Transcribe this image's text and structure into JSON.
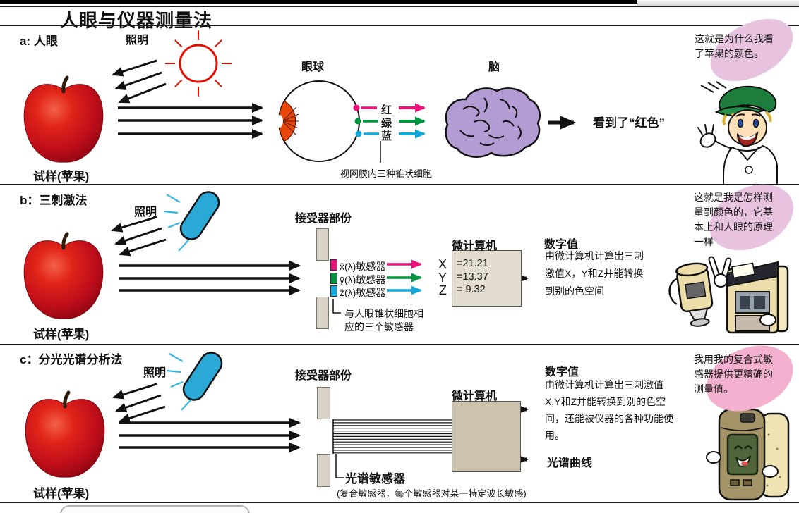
{
  "title": "人眼与仪器测量法",
  "section_a": {
    "label": "a: 人眼",
    "illumination": "照明",
    "sample_label": "试样(苹果)",
    "eyeball_label": "眼球",
    "brain_label": "脑",
    "cone_red": "红",
    "cone_green": "绿",
    "cone_blue": "蓝",
    "retina_note": "视网膜内三种锥状细胞",
    "result": "看到了“红色”",
    "speech": "这就是为什么我看了苹果的颜色。"
  },
  "section_b": {
    "label": "b：三刺激法",
    "illumination": "照明",
    "sample_label": "试样(苹果)",
    "receiver_label": "接受器部份",
    "sensors": [
      {
        "label": "x̄(λ)敏感器",
        "symbol": "X",
        "value": "=21.21"
      },
      {
        "label": "ȳ(λ)敏感器",
        "symbol": "Y",
        "value": "=13.37"
      },
      {
        "label": "z̄(λ)敏感器",
        "symbol": "Z",
        "value": "= 9.32"
      }
    ],
    "computer_label": "微计算机",
    "digital_heading": "数字值",
    "digital_text": "由微计算机计算出三刺激值X，Y和Z并能转换到别的色空间",
    "sensor_note": "与人眼锥状细胞相应的三个敏感器",
    "speech": "这就是我是怎样测量到颜色的，它基本上和人眼的原理一样"
  },
  "section_c": {
    "label": "c：分光光谱分析法",
    "illumination": "照明",
    "sample_label": "试样(苹果)",
    "receiver_label": "接受器部份",
    "computer_label": "微计算机",
    "digital_heading": "数字值",
    "digital_text": "由微计算机计算出三刺激值X,Y和Z并能转换到别的色空间，还能被仪器的各种功能使用。",
    "spectral_curve_label": "光谱曲线",
    "spectral_sensor_label": "光谱敏感器",
    "spectral_sensor_note": "(复合敏感器，每个敏感器对某一特定波长敏感)",
    "speech": "我用我的复合式敏感器提供更精确的测量值。"
  },
  "colors": {
    "tristimulus_x_pink": "#ed1179",
    "tristimulus_y_green": "#029440",
    "tristimulus_z_cyan": "#12a9da",
    "lamp_blue": "#2aa9d6",
    "sun_red": "#e60d00",
    "brain_purple": "#b29cd3",
    "apple_red": "#c10e1b",
    "bubble_pink_ab": "#e7c3df",
    "bubble_pink_c": "#f3b0cf",
    "box_beige": "#e3ddcf",
    "box_tan": "#cdc2ae"
  }
}
